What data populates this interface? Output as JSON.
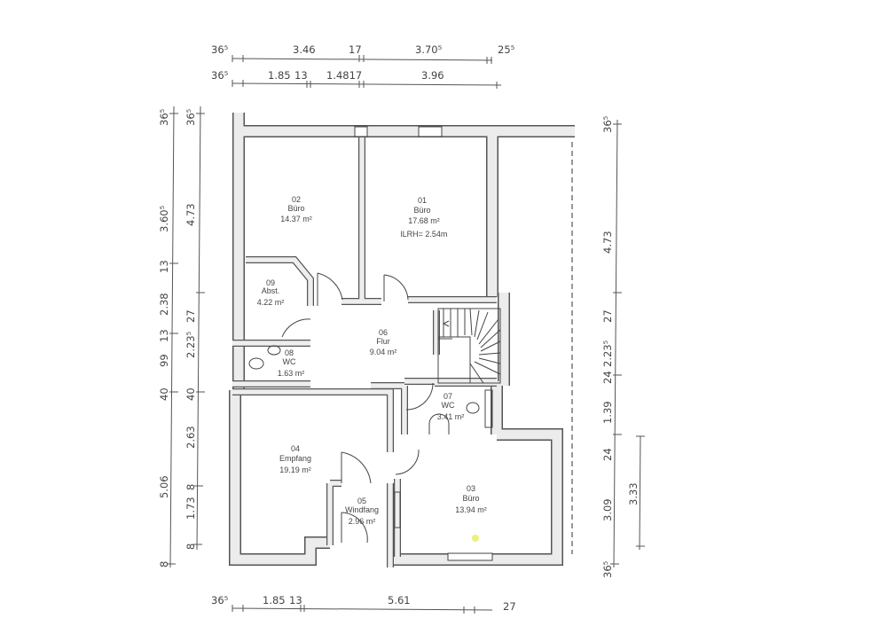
{
  "rooms": [
    {
      "no": "01",
      "name": "Büro",
      "area": "17.68 m²",
      "extra": "lLRH= 2.54m"
    },
    {
      "no": "02",
      "name": "Büro",
      "area": "14.37 m²"
    },
    {
      "no": "09",
      "name": "Abst.",
      "area": "4.22 m²"
    },
    {
      "no": "06",
      "name": "Flur",
      "area": "9.04 m²"
    },
    {
      "no": "08",
      "name": "WC",
      "area": "1.63 m²"
    },
    {
      "no": "07",
      "name": "WC",
      "area": "3.41 m²"
    },
    {
      "no": "04",
      "name": "Empfang",
      "area": "19.19 m²"
    },
    {
      "no": "05",
      "name": "Windfang",
      "area": "2.96 m²"
    },
    {
      "no": "03",
      "name": "Büro",
      "area": "13.94 m²"
    }
  ],
  "dimensions": {
    "top_outer": [
      "36⁵",
      "3.46",
      "17",
      "3.70⁵",
      "25⁵"
    ],
    "top_inner": [
      "36⁵",
      "1.85",
      "13",
      "1.4817",
      "3.96"
    ],
    "bottom": [
      "36⁵",
      "1.85",
      "13",
      "5.61",
      "27"
    ],
    "left_outer": [
      "8",
      "5.06",
      "40",
      "99",
      "13",
      "2.38",
      "13",
      "3.60⁵",
      "36⁵"
    ],
    "left_inner": [
      "8",
      "1.73",
      "8",
      "2.63",
      "40",
      "2.23⁵",
      "27",
      "4.73",
      "36⁵"
    ],
    "right_outer": [
      "36⁵",
      "3.09",
      "24",
      "1.39",
      "24",
      "2.23⁵",
      "27",
      "4.73",
      "36⁵"
    ],
    "right_inner": [
      "3.33"
    ]
  }
}
